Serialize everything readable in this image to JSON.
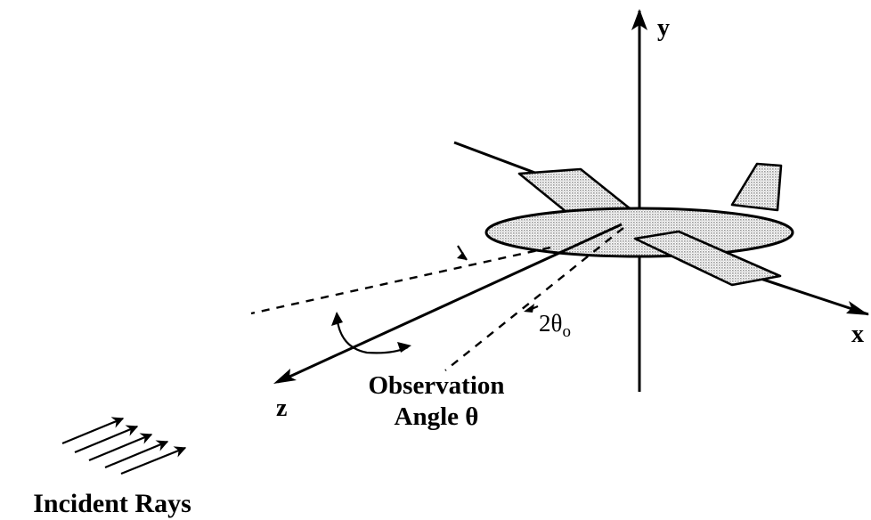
{
  "labels": {
    "y_axis": "y",
    "x_axis": "x",
    "z_axis": "z",
    "angle_2theta": "2θ",
    "angle_2theta_sub": "o",
    "observation_line1": "Observation",
    "observation_line2": "Angle θ",
    "incident_rays": "Incident Rays"
  },
  "colors": {
    "ink": "#000000",
    "shading": "#b8b8b8",
    "background": "#ffffff"
  }
}
